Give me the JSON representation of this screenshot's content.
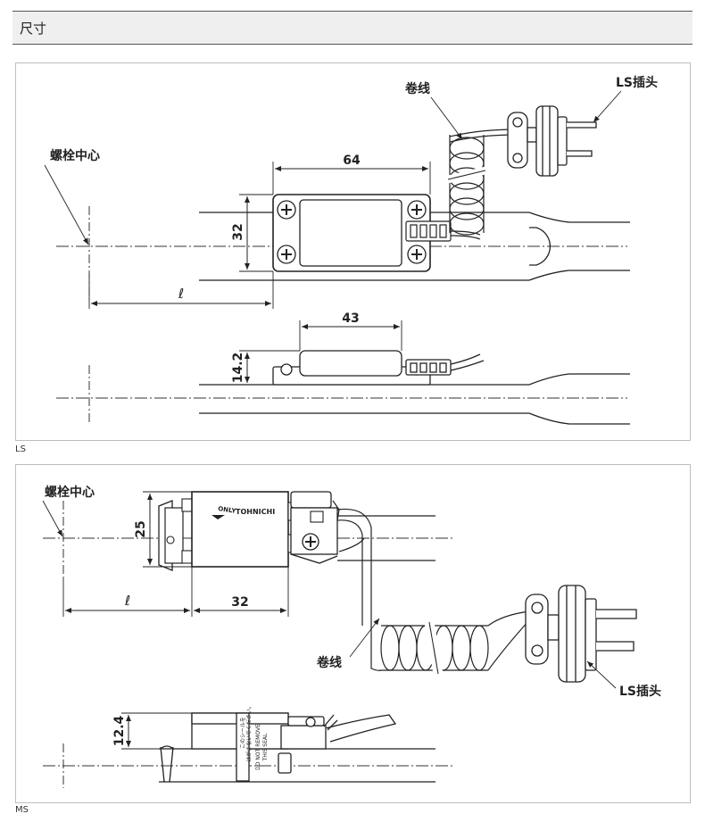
{
  "section_title": "尺寸",
  "ls": {
    "caption": "LS",
    "bolt_center": "螺栓中心",
    "coil_cord": "卷线",
    "plug": "LS插头",
    "dim_64": "64",
    "dim_32": "32",
    "dim_l": "ℓ",
    "dim_43": "43",
    "dim_142": "14.2"
  },
  "ms": {
    "caption": "MS",
    "bolt_center": "螺栓中心",
    "coil_cord": "卷线",
    "plug": "LS插头",
    "dim_25": "25",
    "dim_l": "ℓ",
    "dim_32": "32",
    "dim_124": "12.4",
    "only_text": "ONLY",
    "brand": "TOHNICHI",
    "seal_line1": "このシールを",
    "seal_line2": "はがさないでください。",
    "seal_line3": "DO NOT REMOVE",
    "seal_line4": "THIS SEAL"
  }
}
